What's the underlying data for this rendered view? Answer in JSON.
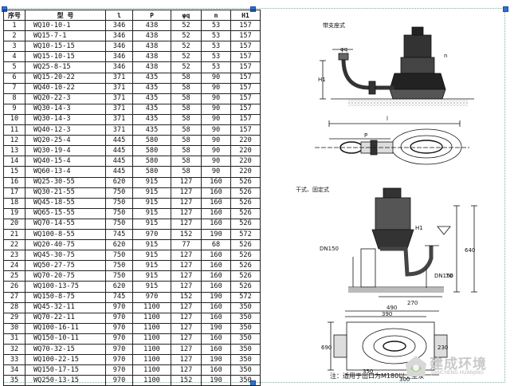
{
  "table": {
    "headers": [
      "序号",
      "型  号",
      "l",
      "P",
      "φq",
      "n",
      "H1"
    ],
    "rows": [
      [
        "1",
        "WQ10-10-1",
        "346",
        "438",
        "52",
        "53",
        "157"
      ],
      [
        "2",
        "WQ15-7-1",
        "346",
        "438",
        "52",
        "53",
        "157"
      ],
      [
        "3",
        "WQ10-15-15",
        "346",
        "438",
        "52",
        "53",
        "157"
      ],
      [
        "4",
        "WQ15-10-15",
        "346",
        "438",
        "52",
        "53",
        "157"
      ],
      [
        "5",
        "WQ25-8-15",
        "346",
        "438",
        "52",
        "53",
        "157"
      ],
      [
        "6",
        "WQ15-20-22",
        "371",
        "435",
        "58",
        "90",
        "157"
      ],
      [
        "7",
        "WQ40-10-22",
        "371",
        "435",
        "58",
        "90",
        "157"
      ],
      [
        "8",
        "WQ20-22-3",
        "371",
        "435",
        "58",
        "90",
        "157"
      ],
      [
        "9",
        "WQ30-14-3",
        "371",
        "435",
        "58",
        "90",
        "157"
      ],
      [
        "10",
        "WQ30-14-3",
        "371",
        "435",
        "58",
        "90",
        "157"
      ],
      [
        "11",
        "WQ40-12-3",
        "371",
        "435",
        "58",
        "90",
        "157"
      ],
      [
        "12",
        "WQ20-25-4",
        "445",
        "580",
        "58",
        "90",
        "220"
      ],
      [
        "13",
        "WQ30-19-4",
        "445",
        "580",
        "58",
        "90",
        "220"
      ],
      [
        "14",
        "WQ40-15-4",
        "445",
        "580",
        "58",
        "90",
        "220"
      ],
      [
        "15",
        "WQ60-13-4",
        "445",
        "580",
        "58",
        "90",
        "220"
      ],
      [
        "16",
        "WQ25-30-55",
        "620",
        "915",
        "127",
        "160",
        "526"
      ],
      [
        "17",
        "WQ30-21-55",
        "750",
        "915",
        "127",
        "160",
        "526"
      ],
      [
        "18",
        "WQ45-18-55",
        "750",
        "915",
        "127",
        "160",
        "526"
      ],
      [
        "19",
        "WQ65-15-55",
        "750",
        "915",
        "127",
        "160",
        "526"
      ],
      [
        "20",
        "WQ70-14-55",
        "750",
        "915",
        "127",
        "160",
        "526"
      ],
      [
        "21",
        "WQ100-8-55",
        "745",
        "970",
        "152",
        "190",
        "572"
      ],
      [
        "22",
        "WQ20-40-75",
        "620",
        "915",
        "77",
        "68",
        "526"
      ],
      [
        "23",
        "WQ45-30-75",
        "750",
        "915",
        "127",
        "160",
        "526"
      ],
      [
        "24",
        "WQ50-27-75",
        "750",
        "915",
        "127",
        "160",
        "526"
      ],
      [
        "25",
        "WQ70-20-75",
        "750",
        "915",
        "127",
        "160",
        "526"
      ],
      [
        "26",
        "WQ100-13-75",
        "620",
        "915",
        "127",
        "160",
        "526"
      ],
      [
        "27",
        "WQ150-8-75",
        "745",
        "970",
        "152",
        "190",
        "572"
      ],
      [
        "28",
        "WQ45-32-11",
        "970",
        "1100",
        "127",
        "160",
        "350"
      ],
      [
        "29",
        "WQ70-22-11",
        "970",
        "1100",
        "127",
        "160",
        "350"
      ],
      [
        "30",
        "WQ100-16-11",
        "970",
        "1100",
        "127",
        "190",
        "350"
      ],
      [
        "31",
        "WQ150-10-11",
        "970",
        "1100",
        "127",
        "160",
        "350"
      ],
      [
        "32",
        "WQ70-32-15",
        "970",
        "1100",
        "127",
        "160",
        "350"
      ],
      [
        "33",
        "WQ100-22-15",
        "970",
        "1100",
        "127",
        "190",
        "350"
      ],
      [
        "34",
        "WQ150-17-15",
        "970",
        "1100",
        "127",
        "160",
        "350"
      ],
      [
        "35",
        "WQ250-13-15",
        "970",
        "1100",
        "152",
        "190",
        "350"
      ]
    ]
  },
  "drawing": {
    "label_mobile": "带支座式",
    "label_fixed": "干式、固定式",
    "dim_l": "l",
    "dim_phi_q": "φq",
    "dim_h1": "H1",
    "dim_p": "P",
    "dim_n": "n",
    "dim_dn150_a": "DN150",
    "dim_dn150_b": "DN150",
    "dim_270": "270",
    "dim_490": "490",
    "dim_390": "390",
    "dim_350": "350",
    "dim_300": "300",
    "dim_690": "690",
    "dim_640": "640",
    "dim_70": "70",
    "dim_230": "230",
    "dim_h_axis": "H1",
    "note": "注：适用于出口为M180以上型泵"
  },
  "logo": {
    "name": "建成环境",
    "sub": "JIANCHENG HUANJING"
  }
}
